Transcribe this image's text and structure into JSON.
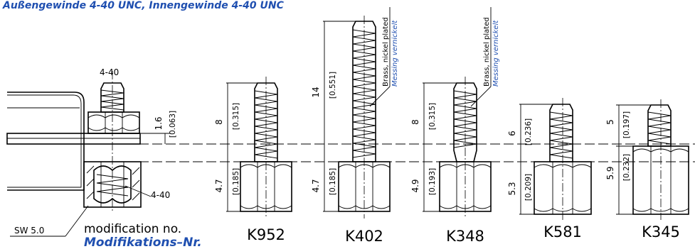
{
  "header": {
    "caption": "Außengewinde 4-40 UNC, Innengewinde 4-40 UNC"
  },
  "assembly": {
    "thread_top": "4-40",
    "thread_inner": "4-40",
    "wrench_size": "SW 5.0",
    "dim_washer_mm": "1.6",
    "dim_washer_in": "[0.063]"
  },
  "modification": {
    "label_en": "modification no.",
    "label_de": "Modifikations–Nr."
  },
  "material": {
    "en": "Brass, nickel plated",
    "de": "Messing vernickelt"
  },
  "parts": [
    {
      "id": "K952",
      "upper_mm": "8",
      "upper_in": "[0.315]",
      "lower_mm": "4.7",
      "lower_in": "[0.185]"
    },
    {
      "id": "K402",
      "upper_mm": "14",
      "upper_in": "[0.551]",
      "lower_mm": "4.7",
      "lower_in": "[0.185]"
    },
    {
      "id": "K348",
      "upper_mm": "8",
      "upper_in": "[0.315]",
      "lower_mm": "4.9",
      "lower_in": "[0.193]"
    },
    {
      "id": "K581",
      "upper_mm": "6",
      "upper_in": "[0.236]",
      "lower_mm": "5.3",
      "lower_in": "[0.209]"
    },
    {
      "id": "K345",
      "upper_mm": "5",
      "upper_in": "[0.197]",
      "lower_mm": "5.9",
      "lower_in": "[0.232]"
    }
  ],
  "colors": {
    "line": "#000000",
    "accent_text": "#1f4fb0"
  }
}
